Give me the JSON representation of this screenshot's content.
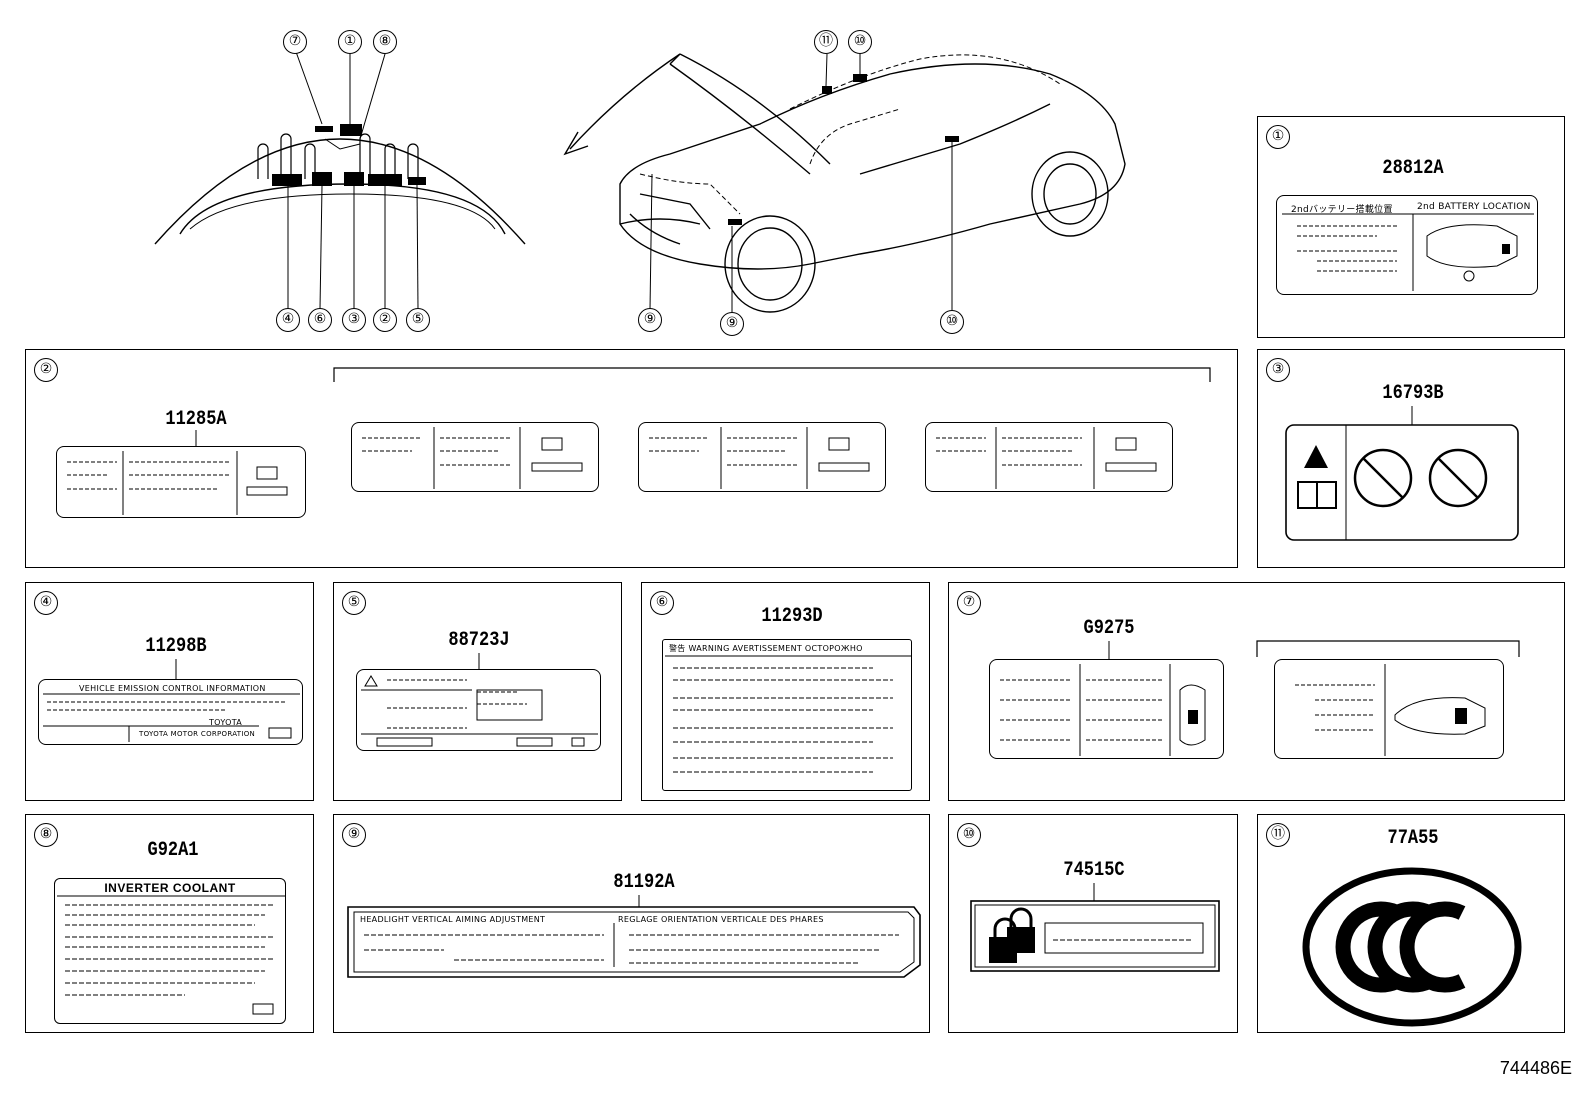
{
  "overview": {
    "engine_bay_callouts": [
      "⑦",
      "①",
      "⑧",
      "④",
      "⑥",
      "③",
      "②",
      "⑤"
    ],
    "car_callouts": [
      "⑪",
      "⑩",
      "⑨",
      "⑨",
      "⑩"
    ]
  },
  "panels": [
    {
      "id": "p1",
      "callout": "①",
      "part_no": "28812A",
      "texts": [
        "2ndバッテリー搭載位置",
        "2nd BATTERY LOCATION"
      ]
    },
    {
      "id": "p2",
      "callout": "②",
      "part_no": "11285A"
    },
    {
      "id": "p3",
      "callout": "③",
      "part_no": "16793B"
    },
    {
      "id": "p4",
      "callout": "④",
      "part_no": "11298B",
      "texts": [
        "VEHICLE EMISSION CONTROL INFORMATION",
        "TOYOTA",
        "TOYOTA MOTOR CORPORATION"
      ]
    },
    {
      "id": "p5",
      "callout": "⑤",
      "part_no": "88723J"
    },
    {
      "id": "p6",
      "callout": "⑥",
      "part_no": "11293D",
      "texts": [
        "警告  WARNING AVERTISSEMENT ОСТОРОЖНО"
      ]
    },
    {
      "id": "p7",
      "callout": "⑦",
      "part_no": "G9275"
    },
    {
      "id": "p8",
      "callout": "⑧",
      "part_no": "G92A1",
      "texts": [
        "INVERTER COOLANT"
      ]
    },
    {
      "id": "p9",
      "callout": "⑨",
      "part_no": "81192A",
      "texts": [
        "HEADLIGHT VERTICAL AIMING ADJUSTMENT",
        "REGLAGE ORIENTATION VERTICALE DES PHARES"
      ]
    },
    {
      "id": "p10",
      "callout": "⑩",
      "part_no": "74515C"
    },
    {
      "id": "p11",
      "callout": "⑪",
      "part_no": "77A55"
    }
  ],
  "footer_code": "744486E"
}
